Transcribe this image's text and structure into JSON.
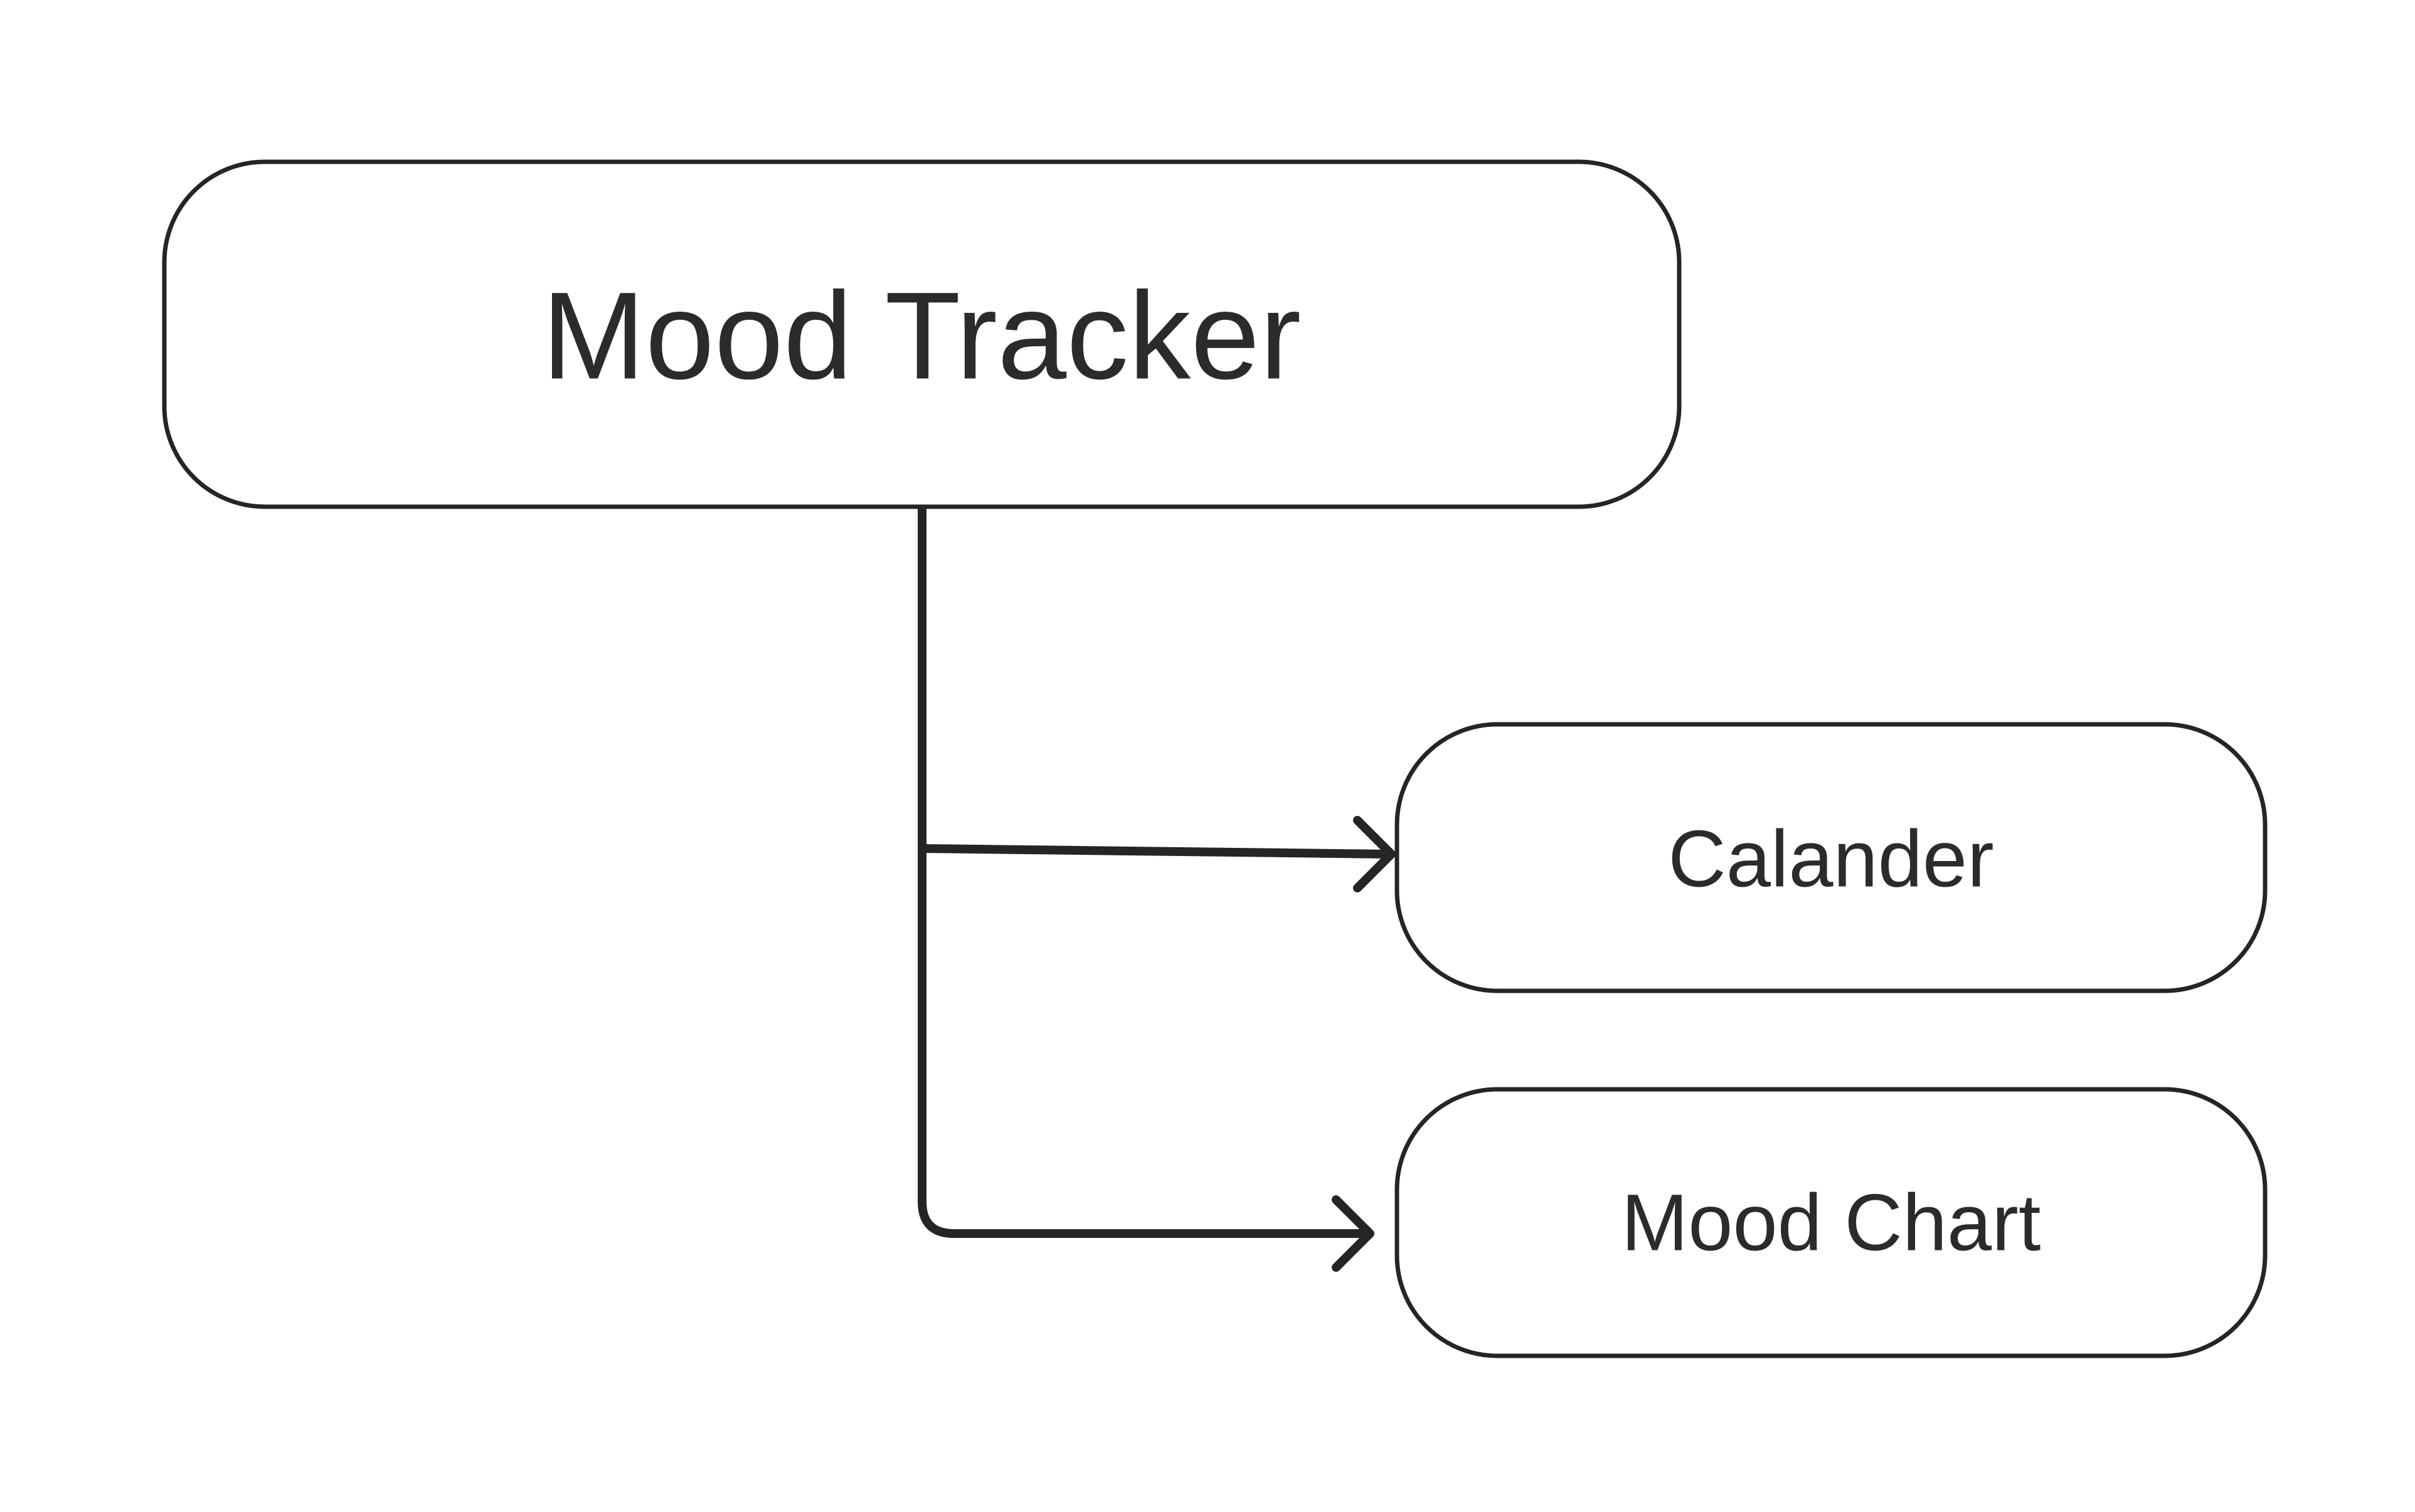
{
  "diagram": {
    "root": {
      "label": "Mood Tracker"
    },
    "children": [
      {
        "label": "Calander"
      },
      {
        "label": "Mood Chart"
      }
    ]
  },
  "colors": {
    "stroke": "#252525",
    "text": "#2b2b2b",
    "background": "#ffffff"
  }
}
